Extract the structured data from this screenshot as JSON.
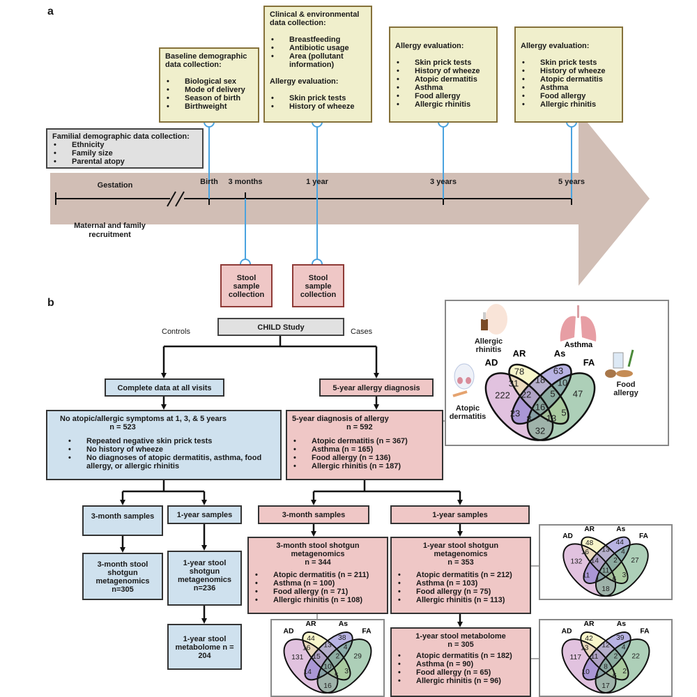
{
  "panel_a": {
    "label": "a",
    "familial": {
      "title": "Familial demographic data collection:",
      "items": [
        "Ethnicity",
        "Family size",
        "Parental atopy"
      ]
    },
    "baseline": {
      "title": "Baseline demographic data collection:",
      "items": [
        "Biological sex",
        "Mode of delivery",
        "Season of birth",
        "Birthweight"
      ]
    },
    "clinical": {
      "title": "Clinical & environmental data collection:",
      "items": [
        "Breastfeeding",
        "Antibiotic usage",
        "Area (pollutant information)"
      ],
      "subtitle": "Allergy evaluation:",
      "sub_items": [
        "Skin prick tests",
        "History of wheeze"
      ]
    },
    "eval_3y": {
      "title": "Allergy evaluation:",
      "items": [
        "Skin prick tests",
        "History of wheeze",
        "Atopic dermatitis",
        "Asthma",
        "Food allergy",
        "Allergic rhinitis"
      ]
    },
    "eval_5y": {
      "title": "Allergy evaluation:",
      "items": [
        "Skin prick tests",
        "History of wheeze",
        "Atopic dermatitis",
        "Asthma",
        "Food allergy",
        "Allergic rhinitis"
      ]
    },
    "timeline": {
      "gestation": "Gestation",
      "birth": "Birth",
      "m3": "3 months",
      "y1": "1 year",
      "y3": "3 years",
      "y5": "5 years"
    },
    "recruitment": "Maternal and family recruitment",
    "stool_3m": "Stool sample collection",
    "stool_1y": "Stool sample collection",
    "colors": {
      "arrow": "#d1beb5",
      "connector": "#4aa3df",
      "tan_box": "#f0efcc",
      "control": "#cfe1ee",
      "case": "#efc7c6"
    }
  },
  "panel_b": {
    "label": "b",
    "child_study": "CHILD Study",
    "controls": "Controls",
    "cases": "Cases",
    "complete_data": "Complete data at all visits",
    "allergy_dx": "5-year allergy diagnosis",
    "no_atopic": {
      "title": "No atopic/allergic symptoms at 1, 3, & 5 years",
      "n": "n = 523",
      "items": [
        "Repeated negative skin prick tests",
        "No history of wheeze",
        "No diagnoses of atopic dermatitis, asthma, food allergy, or allergic rhinitis"
      ]
    },
    "dx_allergy": {
      "title": "5-year diagnosis of allergy",
      "n": "n = 592",
      "items": [
        "Atopic dermatitis (n = 367)",
        "Asthma (n = 165)",
        "Food allergy (n = 136)",
        "Allergic rhinitis (n = 187)"
      ]
    },
    "ctrl_3m_samples": "3-month samples",
    "ctrl_1y_samples": "1-year samples",
    "ctrl_3m_stool": "3-month stool shotgun metagenomics n=305",
    "ctrl_1y_stool": "1-year stool shotgun metagenomics n=236",
    "ctrl_metabolome": "1-year stool metabolome n = 204",
    "case_3m_samples": "3-month samples",
    "case_1y_samples": "1-year samples",
    "case_3m_stool": {
      "title": "3-month stool shotgun metagenomics",
      "n": "n = 344",
      "items": [
        "Atopic dermatitis (n = 211)",
        "Asthma (n = 100)",
        "Food allergy (n = 71)",
        "Allergic rhinitis (n = 108)"
      ]
    },
    "case_1y_stool": {
      "title": "1-year stool shotgun metagenomics",
      "n": "n = 353",
      "items": [
        "Atopic dermatitis (n = 212)",
        "Asthma (n = 103)",
        "Food allergy (n = 75)",
        "Allergic rhinitis (n = 113)"
      ]
    },
    "case_metabolome": {
      "title": "1-year stool metabolome",
      "n": "n = 305",
      "items": [
        "Atopic dermatitis (n = 182)",
        "Asthma (n = 90)",
        "Food allergy (n = 65)",
        "Allergic rhinitis (n = 96)"
      ]
    },
    "icons": {
      "allergic_rhinitis": "Allergic rhinitis",
      "asthma": "Asthma",
      "food_allergy": "Food allergy",
      "atopic_dermatitis": "Atopic dermatitis"
    },
    "venn_sets": {
      "AD": "AD",
      "AR": "AR",
      "As": "As",
      "FA": "FA"
    },
    "venn_colors": {
      "AD": "#c98fc4",
      "AR": "#f3eea0",
      "As": "#7d74cc",
      "FA": "#6aa87e"
    },
    "venns": {
      "all": {
        "AD": 222,
        "AR": 78,
        "As": 63,
        "FA": 47,
        "AD_AR": 31,
        "AR_As": 18,
        "As_FA": 10,
        "AD_AR_As": 22,
        "AR_As_FA": 5,
        "AD_AR_As_FA": 16,
        "AD_As": 23,
        "AD_As_FA": 8,
        "AD_AR_FA": 13,
        "AR_FA": 5,
        "AD_FA": 32
      },
      "stool_3m": {
        "AD": 131,
        "AR": 44,
        "As": 38,
        "FA": 29,
        "AD_AR": 16,
        "AR_As": 13,
        "As_FA": 4,
        "AD_AR_As": 15,
        "AR_As_FA": 2,
        "AD_AR_As_FA": 10,
        "AD_As": 14,
        "AD_As_FA": 4,
        "AD_AR_FA": 5,
        "AR_FA": 3,
        "AD_FA": 16
      },
      "stool_1y": {
        "AD": 132,
        "AR": 48,
        "As": 44,
        "FA": 27,
        "AD_AR": 16,
        "AR_As": 13,
        "As_FA": 4,
        "AD_AR_As": 14,
        "AR_As_FA": 2,
        "AD_AR_As_FA": 11,
        "AD_As": 11,
        "AD_As_FA": 4,
        "AD_AR_FA": 6,
        "AR_FA": 3,
        "AD_FA": 18
      },
      "metabolome_1y": {
        "AD": 117,
        "AR": 42,
        "As": 39,
        "FA": 22,
        "AD_AR": 13,
        "AR_As": 12,
        "As_FA": 4,
        "AD_AR_As": 11,
        "AR_As_FA": 2,
        "AD_AR_As_FA": 8,
        "AD_As": 10,
        "AD_As_FA": 4,
        "AD_AR_FA": 6,
        "AR_FA": 2,
        "AD_FA": 17
      }
    }
  }
}
